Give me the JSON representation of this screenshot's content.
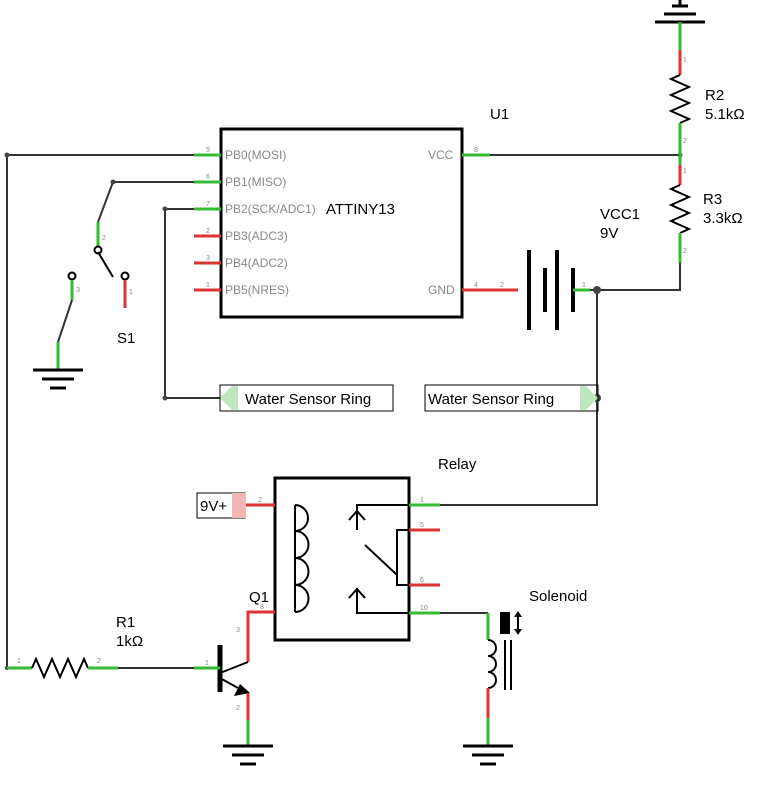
{
  "components": {
    "u1": {
      "ref": "U1",
      "name": "ATTINY13",
      "pins_left": [
        {
          "num": "5",
          "name": "PB0(MOSI)"
        },
        {
          "num": "6",
          "name": "PB1(MISO)"
        },
        {
          "num": "7",
          "name": "PB2(SCK/ADC1)"
        },
        {
          "num": "2",
          "name": "PB3(ADC3)"
        },
        {
          "num": "3",
          "name": "PB4(ADC2)"
        },
        {
          "num": "1",
          "name": "PB5(NRES)"
        }
      ],
      "pins_right": [
        {
          "num": "8",
          "name": "VCC"
        },
        {
          "num": "4",
          "name": "GND"
        }
      ]
    },
    "r1": {
      "ref": "R1",
      "value": "1kΩ",
      "pin1": "1",
      "pin2": "2"
    },
    "r2": {
      "ref": "R2",
      "value": "5.1kΩ",
      "pin1": "1",
      "pin2": "2"
    },
    "r3": {
      "ref": "R3",
      "value": "3.3kΩ",
      "pin1": "1",
      "pin2": "2"
    },
    "vcc1": {
      "ref": "VCC1",
      "value": "9V",
      "pin1": "1",
      "pin2": "2"
    },
    "s1": {
      "ref": "S1",
      "pin_common": "2",
      "pin_a": "3",
      "pin_b": "1"
    },
    "q1": {
      "ref": "Q1",
      "pin_base": "1",
      "pin_collector": "3",
      "pin_emitter": "2"
    },
    "relay": {
      "label": "Relay",
      "pin_coil_a": "2",
      "pin_coil_b": "8",
      "pin_com": "1",
      "pin_nc": "5",
      "pin_5b": "6",
      "pin_no": "10"
    },
    "solenoid": {
      "label": "Solenoid"
    }
  },
  "net_labels": {
    "sensor_left": "Water Sensor Ring",
    "sensor_right": "Water Sensor Ring",
    "power_9v": "9V+"
  },
  "colors": {
    "wire": "#333333",
    "pin_connected": "#33bb33",
    "pin_unconnected": "#dd3333"
  }
}
